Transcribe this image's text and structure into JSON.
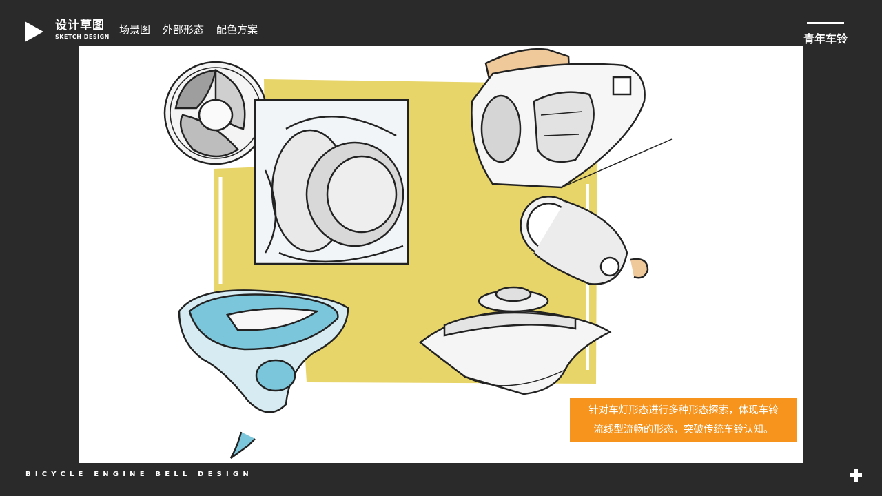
{
  "header": {
    "brand_title": "设计草图",
    "brand_subtitle": "SKETCH DESIGN",
    "nav": [
      {
        "label": "场景图"
      },
      {
        "label": "外部形态"
      },
      {
        "label": "配色方案"
      }
    ],
    "right_title": "青年车铃"
  },
  "main": {
    "caption_lines": [
      "针对车灯形态进行多种形态探索，体现车铃",
      "流线型流畅的形态，突破传统车铃认知。"
    ]
  },
  "footer": {
    "text": "BICYCLE ENGINE BELL DESIGN"
  },
  "colors": {
    "background": "#2a2a2a",
    "accent": "#f7941d",
    "sketch_yellow": "#e8d56a",
    "sketch_blue": "#7cc6dc"
  },
  "icons": {
    "play": "play-icon",
    "plus": "plus-icon"
  }
}
